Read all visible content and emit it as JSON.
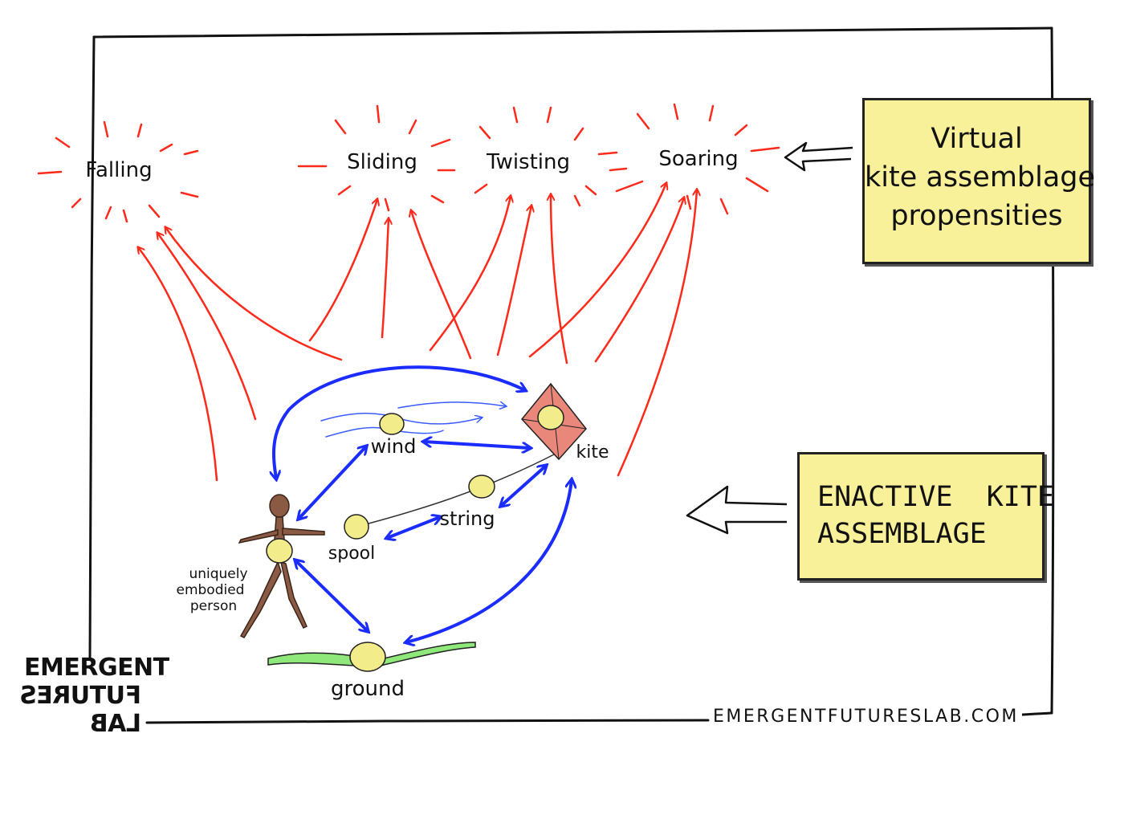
{
  "propensities": {
    "falling": "Falling",
    "sliding": "Sliding",
    "twisting": "Twisting",
    "soaring": "Soaring"
  },
  "nodes": {
    "wind": "wind",
    "kite": "kite",
    "string": "string",
    "spool": "spool",
    "ground": "ground",
    "person": [
      "uniquely",
      "embodied",
      "person"
    ]
  },
  "notes": {
    "virtual": [
      "Virtual",
      "kite assemblage",
      "propensities"
    ],
    "enactive": [
      "ENACTIVE  KITE",
      "ASSEMBLAGE"
    ]
  },
  "branding": {
    "logo_lines": [
      "EMERGENT",
      "FUTURES",
      "LAB"
    ],
    "site_url": "EMERGENTFUTURESLAB.COM"
  },
  "colors": {
    "propensity_arrows": "#ff2a1a",
    "relation_arrows": "#1a2cff",
    "note_fill": "#f8f19a",
    "node_fill": "#f3ec8a",
    "kite_fill": "#e9877a",
    "ground_fill": "#8ee87a",
    "person_fill": "#8a5a44"
  },
  "icons": {
    "kite": "kite-icon",
    "person": "stick-figure-icon",
    "left_arrows": "hollow-left-arrow-icon"
  }
}
